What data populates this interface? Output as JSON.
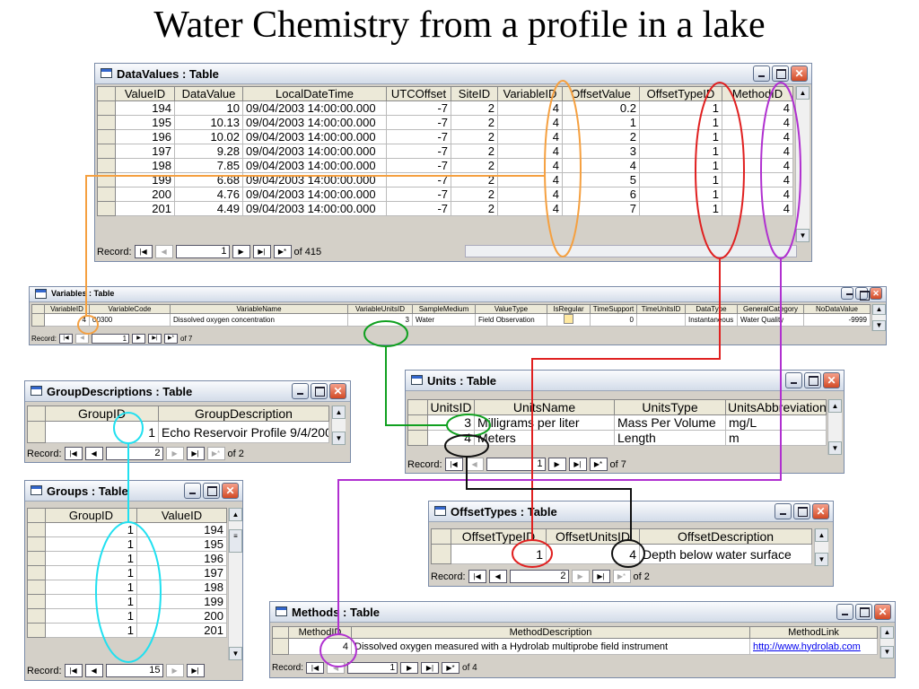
{
  "slide_title": "Water Chemistry from a profile in a lake",
  "datavalues": {
    "title": "DataValues : Table",
    "columns": [
      "ValueID",
      "DataValue",
      "LocalDateTime",
      "UTCOffset",
      "SiteID",
      "VariableID",
      "OffsetValue",
      "OffsetTypeID",
      "MethodID"
    ],
    "rows": [
      [
        "194",
        "10",
        "09/04/2003 14:00:00.000",
        "-7",
        "2",
        "4",
        "0.2",
        "1",
        "4"
      ],
      [
        "195",
        "10.13",
        "09/04/2003 14:00:00.000",
        "-7",
        "2",
        "4",
        "1",
        "1",
        "4"
      ],
      [
        "196",
        "10.02",
        "09/04/2003 14:00:00.000",
        "-7",
        "2",
        "4",
        "2",
        "1",
        "4"
      ],
      [
        "197",
        "9.28",
        "09/04/2003 14:00:00.000",
        "-7",
        "2",
        "4",
        "3",
        "1",
        "4"
      ],
      [
        "198",
        "7.85",
        "09/04/2003 14:00:00.000",
        "-7",
        "2",
        "4",
        "4",
        "1",
        "4"
      ],
      [
        "199",
        "6.68",
        "09/04/2003 14:00:00.000",
        "-7",
        "2",
        "4",
        "5",
        "1",
        "4"
      ],
      [
        "200",
        "4.76",
        "09/04/2003 14:00:00.000",
        "-7",
        "2",
        "4",
        "6",
        "1",
        "4"
      ],
      [
        "201",
        "4.49",
        "09/04/2003 14:00:00.000",
        "-7",
        "2",
        "4",
        "7",
        "1",
        "4"
      ]
    ],
    "record_label": "Record:",
    "record_current": "1",
    "record_total": "of 415"
  },
  "variables": {
    "title": "Variables : Table",
    "columns": [
      "VariableID",
      "VariableCode",
      "VariableName",
      "VariableUnitsID",
      "SampleMedium",
      "ValueType",
      "IsRegular",
      "TimeSupport",
      "TimeUnitsID",
      "DataType",
      "GeneralCategory",
      "NoDataValue"
    ],
    "rows": [
      [
        "4",
        "00300",
        "Dissolved oxygen concentration",
        "3",
        "Water",
        "Field Observation",
        "",
        "0",
        "",
        "Instantaneous",
        "Water Quality",
        "-9999"
      ]
    ],
    "record_label": "Record:",
    "record_current": "1",
    "record_total": "of 7"
  },
  "groupdescriptions": {
    "title": "GroupDescriptions : Table",
    "columns": [
      "GroupID",
      "GroupDescription"
    ],
    "rows": [
      [
        "1",
        "Echo Reservoir Profile 9/4/2003"
      ]
    ],
    "record_label": "Record:",
    "record_current": "2",
    "record_total": "of 2"
  },
  "units": {
    "title": "Units : Table",
    "columns": [
      "UnitsID",
      "UnitsName",
      "UnitsType",
      "UnitsAbbreviation"
    ],
    "rows": [
      [
        "3",
        "Milligrams per liter",
        "Mass Per Volume",
        "mg/L"
      ],
      [
        "4",
        "Meters",
        "Length",
        "m"
      ]
    ],
    "record_label": "Record:",
    "record_current": "1",
    "record_total": "of 7"
  },
  "groups": {
    "title": "Groups : Table",
    "columns": [
      "GroupID",
      "ValueID"
    ],
    "rows": [
      [
        "1",
        "194"
      ],
      [
        "1",
        "195"
      ],
      [
        "1",
        "196"
      ],
      [
        "1",
        "197"
      ],
      [
        "1",
        "198"
      ],
      [
        "1",
        "199"
      ],
      [
        "1",
        "200"
      ],
      [
        "1",
        "201"
      ]
    ],
    "record_label": "Record:",
    "record_current": "15"
  },
  "offsettypes": {
    "title": "OffsetTypes : Table",
    "columns": [
      "OffsetTypeID",
      "OffsetUnitsID",
      "OffsetDescription"
    ],
    "rows": [
      [
        "1",
        "4",
        "Depth below water surface"
      ]
    ],
    "record_label": "Record:",
    "record_current": "2",
    "record_total": "of 2"
  },
  "methods": {
    "title": "Methods : Table",
    "columns": [
      "MethodID",
      "MethodDescription",
      "MethodLink"
    ],
    "rows": [
      [
        "4",
        "Dissolved oxygen measured with a Hydrolab multiprobe field instrument",
        "http://www.hydrolab.com"
      ]
    ],
    "record_label": "Record:",
    "record_current": "1",
    "record_total": "of 4"
  },
  "highlight_colors": {
    "variable": "#f5a040",
    "offset_type": "#e02020",
    "method": "#b030d0",
    "units": "#10a020",
    "offset_units": "#101010",
    "group": "#20e0f0"
  }
}
